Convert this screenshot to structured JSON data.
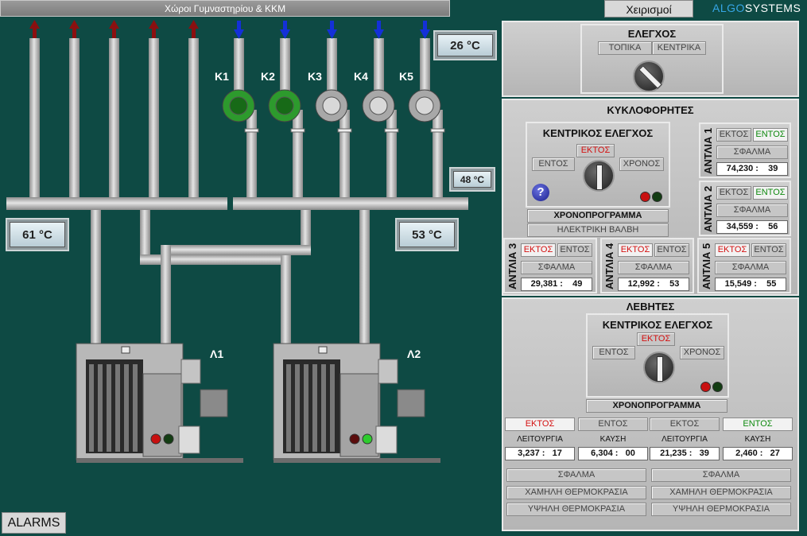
{
  "header": {
    "title": "Χώροι Γυμναστηρίου & ΚΚΜ",
    "tab_label": "Χειρισμοί",
    "brand_a": "ALGO",
    "brand_b": "SYSTEMS"
  },
  "temps": {
    "outside": "26 °C",
    "return": "48 °C",
    "supply_left": "61 °C",
    "supply_right": "53 °C"
  },
  "pumps": [
    {
      "label": "Κ1",
      "on": true
    },
    {
      "label": "Κ2",
      "on": true
    },
    {
      "label": "Κ3",
      "on": false
    },
    {
      "label": "Κ4",
      "on": false
    },
    {
      "label": "Κ5",
      "on": false
    }
  ],
  "boilers": {
    "b1": {
      "label": "Λ1",
      "green_on": false
    },
    "b2": {
      "label": "Λ2",
      "green_on": true
    }
  },
  "alarms_label": "ALARMS",
  "control": {
    "title": "ΕΛΕΓΧΟΣ",
    "local": "ΤΟΠΙΚΑ",
    "central": "ΚΕΝΤΡΙΚΑ"
  },
  "circulators": {
    "title": "ΚΥΚΛΟΦΟΡΗΤΕΣ",
    "central_title": "ΚΕΝΤΡΙΚΟΣ ΕΛΕΓΧΟΣ",
    "off": "ΕΚΤΟΣ",
    "on": "ΕΝΤΟΣ",
    "schedule": "ΧΡΟΝΟΣ",
    "help": "?",
    "timeprog": "ΧΡΟΝΟΠΡΟΓΡΑΜΜΑ",
    "valve": "ΗΛΕΚΤΡΙΚΗ ΒΑΛΒΗ",
    "pumps": [
      {
        "name": "ΑΝΤΛΙΑ 1",
        "off": "ΕΚΤΟΣ",
        "on": "ΕΝΤΟΣ",
        "fault": "ΣΦΑΛΜΑ",
        "hours": "74,230 :",
        "mins": "39",
        "state": "on"
      },
      {
        "name": "ΑΝΤΛΙΑ 2",
        "off": "ΕΚΤΟΣ",
        "on": "ΕΝΤΟΣ",
        "fault": "ΣΦΑΛΜΑ",
        "hours": "34,559 :",
        "mins": "56",
        "state": "on"
      },
      {
        "name": "ΑΝΤΛΙΑ 3",
        "off": "ΕΚΤΟΣ",
        "on": "ΕΝΤΟΣ",
        "fault": "ΣΦΑΛΜΑ",
        "hours": "29,381 :",
        "mins": "49",
        "state": "off"
      },
      {
        "name": "ΑΝΤΛΙΑ 4",
        "off": "ΕΚΤΟΣ",
        "on": "ΕΝΤΟΣ",
        "fault": "ΣΦΑΛΜΑ",
        "hours": "12,992 :",
        "mins": "53",
        "state": "off"
      },
      {
        "name": "ΑΝΤΛΙΑ 5",
        "off": "ΕΚΤΟΣ",
        "on": "ΕΝΤΟΣ",
        "fault": "ΣΦΑΛΜΑ",
        "hours": "15,549 :",
        "mins": "55",
        "state": "off"
      }
    ]
  },
  "boilers_panel": {
    "title": "ΛΕΒΗΤΕΣ",
    "central_title": "ΚΕΝΤΡΙΚΟΣ ΕΛΕΓΧΟΣ",
    "off": "ΕΚΤΟΣ",
    "on": "ΕΝΤΟΣ",
    "schedule": "ΧΡΟΝΟΣ",
    "timeprog": "ΧΡΟΝΟΠΡΟΓΡΑΜΜΑ",
    "units": [
      {
        "off": "ΕΚΤΟΣ",
        "on": "ΕΝΤΟΣ",
        "state": "off",
        "oper_label": "ΛΕΙΤΟΥΡΓΙΑ",
        "burn_label": "ΚΑΥΣΗ",
        "oper_h": "3,237 :",
        "oper_m": "17",
        "burn_h": "6,304 :",
        "burn_m": "00",
        "fault": "ΣΦΑΛΜΑ",
        "low": "ΧΑΜΗΛΗ ΘΕΡΜΟΚΡΑΣΙΑ",
        "high": "ΥΨΗΛΗ ΘΕΡΜΟΚΡΑΣΙΑ"
      },
      {
        "off": "ΕΚΤΟΣ",
        "on": "ΕΝΤΟΣ",
        "state": "on",
        "oper_label": "ΛΕΙΤΟΥΡΓΙΑ",
        "burn_label": "ΚΑΥΣΗ",
        "oper_h": "21,235 :",
        "oper_m": "39",
        "burn_h": "2,460 :",
        "burn_m": "27",
        "fault": "ΣΦΑΛΜΑ",
        "low": "ΧΑΜΗΛΗ ΘΕΡΜΟΚΡΑΣΙΑ",
        "high": "ΥΨΗΛΗ ΘΕΡΜΟΚΡΑΣΙΑ"
      }
    ]
  },
  "colors": {
    "background": "#0e4a44",
    "pipe": "#bdbdbd",
    "pump_on": "#2d9a2d",
    "arrow_up": "#8a1010",
    "arrow_down": "#1430d8"
  }
}
